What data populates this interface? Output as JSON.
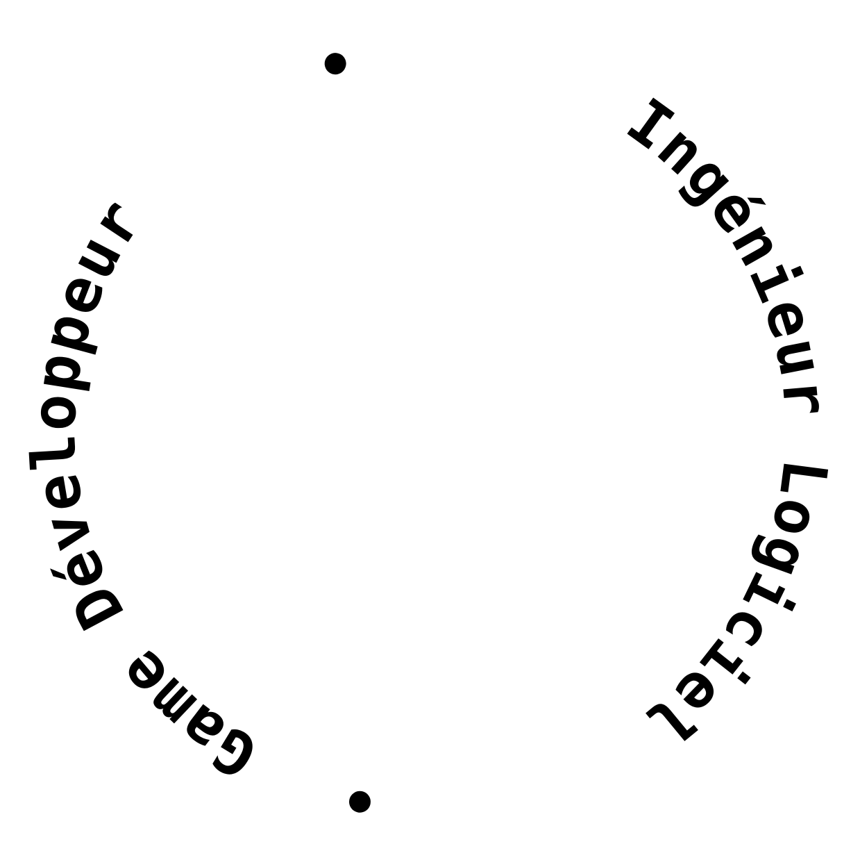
{
  "badge": {
    "segments": [
      {
        "id": "game-developpeur",
        "text": "Game Développeur"
      },
      {
        "id": "ingenieur-logiciel",
        "text": "Ingénieur Logiciel"
      }
    ],
    "separator": "•",
    "colors": {
      "text": "#000000",
      "background": "#ffffff"
    }
  }
}
